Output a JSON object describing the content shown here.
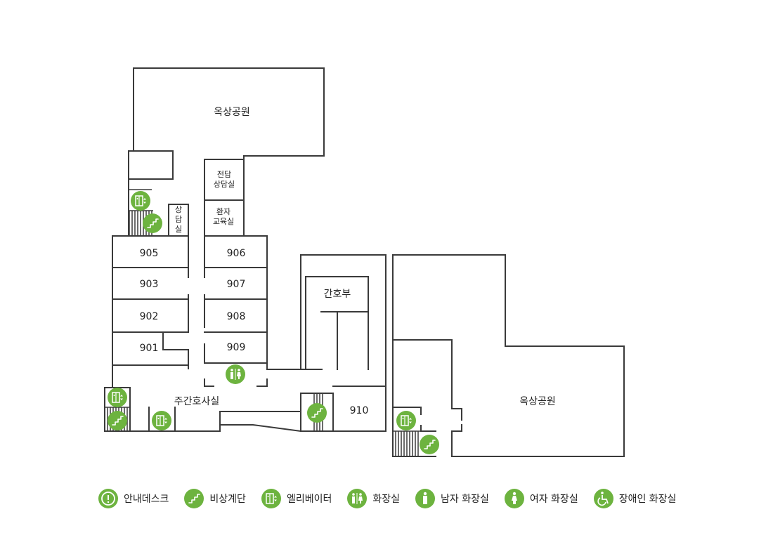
{
  "rooftop_labels": [
    "옥상공원",
    "옥상공원"
  ],
  "rooms": {
    "r905": "905",
    "r906": "906",
    "r903": "903",
    "r907": "907",
    "r902": "902",
    "r908": "908",
    "r901": "901",
    "r909": "909",
    "r910": "910",
    "nurse_station": "간호부",
    "day_nurse_room": "주간호사실",
    "counsel_room_1": "전담",
    "counsel_room_2": "상담실",
    "patient_edu_1": "환자",
    "patient_edu_2": "교육실",
    "small_counsel_1": "상",
    "small_counsel_2": "담",
    "small_counsel_3": "실"
  },
  "legend": [
    {
      "icon": "info-desk-icon",
      "label": "안내데스크"
    },
    {
      "icon": "emergency-stairs-icon",
      "label": "비상계단"
    },
    {
      "icon": "elevator-icon",
      "label": "엘리베이터"
    },
    {
      "icon": "restroom-icon",
      "label": "화장실"
    },
    {
      "icon": "men-restroom-icon",
      "label": "남자 화장실"
    },
    {
      "icon": "women-restroom-icon",
      "label": "여자 화장실"
    },
    {
      "icon": "accessible-restroom-icon",
      "label": "장애인 화장실"
    }
  ],
  "colors": {
    "accent": "#6db33f",
    "wall": "#3a3a3a"
  }
}
